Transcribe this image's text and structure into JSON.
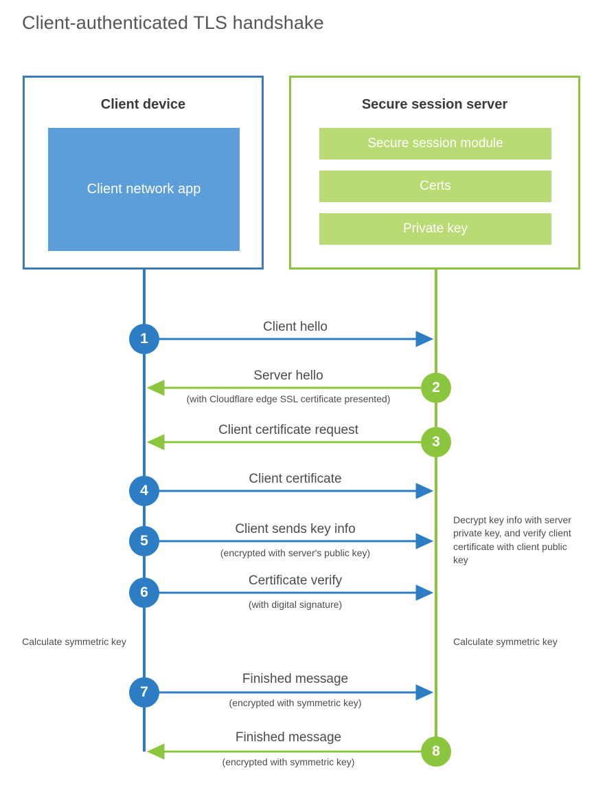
{
  "title": "Client-authenticated TLS handshake",
  "colors": {
    "client_accent": "#2d7dc4",
    "client_border": "#3a7cb8",
    "client_block_fill": "#5c9ed9",
    "server_accent": "#8cc63f",
    "server_border": "#8cc63f",
    "server_block_fill": "#bada74",
    "text": "#4b4b4d",
    "title_text": "#55565a"
  },
  "parties": {
    "client": {
      "title": "Client device",
      "blocks": [
        {
          "label": "Client network app"
        }
      ]
    },
    "server": {
      "title": "Secure session server",
      "blocks": [
        {
          "label": "Secure session module"
        },
        {
          "label": "Certs"
        },
        {
          "label": "Private key"
        }
      ]
    }
  },
  "steps": [
    {
      "number": "1",
      "direction": "client-to-server",
      "label": "Client hello",
      "sublabel": ""
    },
    {
      "number": "2",
      "direction": "server-to-client",
      "label": "Server hello",
      "sublabel": "(with Cloudflare edge SSL certificate presented)"
    },
    {
      "number": "3",
      "direction": "server-to-client",
      "label": "Client certificate request",
      "sublabel": ""
    },
    {
      "number": "4",
      "direction": "client-to-server",
      "label": "Client certificate",
      "sublabel": ""
    },
    {
      "number": "5",
      "direction": "client-to-server",
      "label": "Client sends key info",
      "sublabel": "(encrypted with server's public key)"
    },
    {
      "number": "6",
      "direction": "client-to-server",
      "label": "Certificate verify",
      "sublabel": "(with digital signature)"
    },
    {
      "number": "7",
      "direction": "client-to-server",
      "label": "Finished message",
      "sublabel": "(encrypted with symmetric key)"
    },
    {
      "number": "8",
      "direction": "server-to-client",
      "label": "Finished message",
      "sublabel": "(encrypted with symmetric key)"
    }
  ],
  "notes": {
    "server_decrypt": "Decrypt key info with server private key, and verify client certificate with client public key",
    "client_calculate": "Calculate symmetric key",
    "server_calculate": "Calculate symmetric key"
  }
}
